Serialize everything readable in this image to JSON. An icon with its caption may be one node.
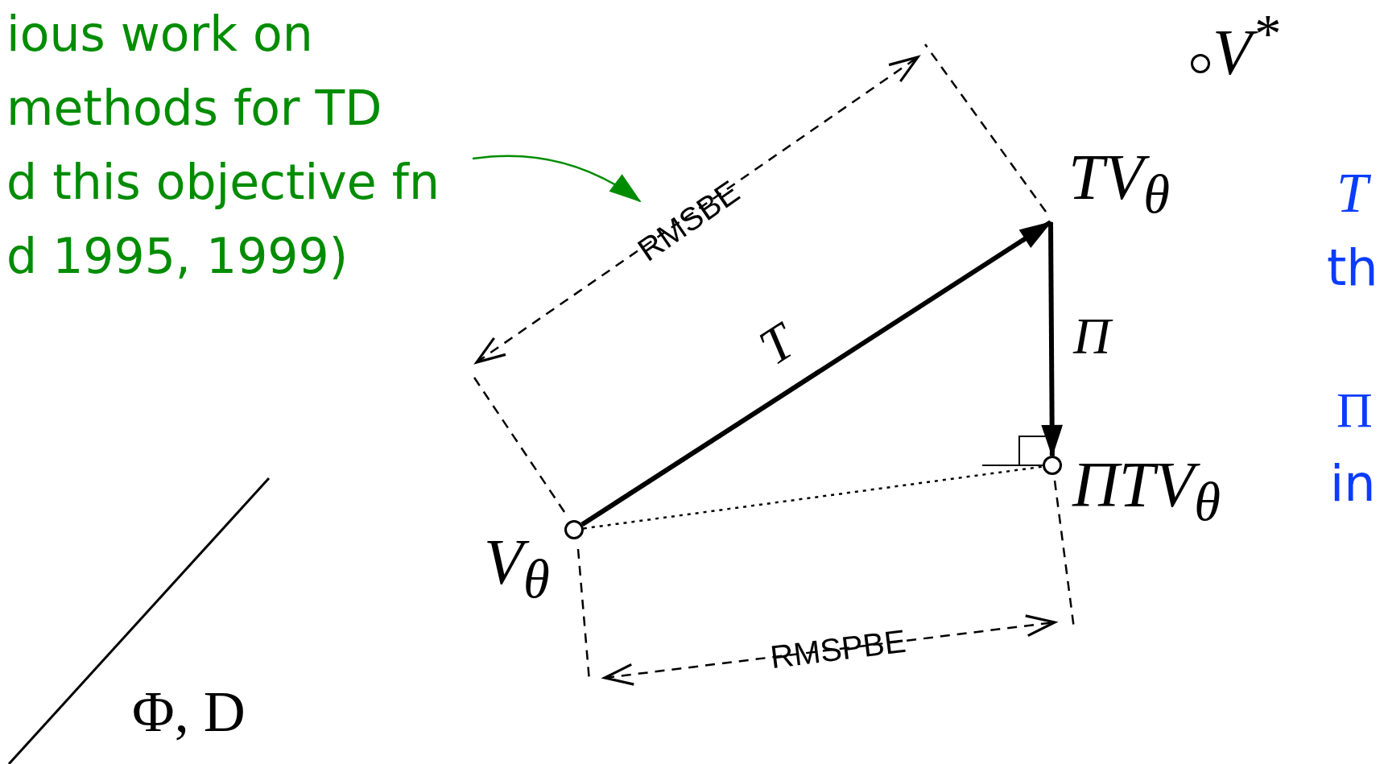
{
  "diagram": {
    "nodes": [
      {
        "text": [
          "ious work on methods for TD d this objective fn d 1995, 1999)"
        ]
      },
      {
        "text": [],
        "shape": "circle",
        "beside": [
          "V$^{*}$"
        ]
      },
      {
        "text": [],
        "shape": "circle",
        "beside": [
          "V$_{θ}$"
        ]
      },
      {
        "text": [
          "TV$_{θ}$"
        ]
      },
      {
        "text": [],
        "shape": "circle",
        "beside": [
          "ΠTV$_{θ}$"
        ]
      },
      {
        "text": [
          "RMSBE"
        ]
      }
    ],
    "edges": [
      {
        "from": 0,
        "to": 5,
        "arrow": "to",
        "color": "#008c00"
      },
      {
        "from": 2,
        "to": 3,
        "arrow": "to",
        "label": "T",
        "style": "thick"
      },
      {
        "from": 3,
        "to": 4,
        "arrow": "to",
        "label": "Π",
        "style": "thick"
      },
      {
        "from": 2,
        "to": 4,
        "arrow": "none",
        "style": "dashed"
      }
    ],
    "labels": [
      "T",
      "th",
      "Π",
      "in",
      "RMSPBE",
      "Φ, D"
    ]
  }
}
